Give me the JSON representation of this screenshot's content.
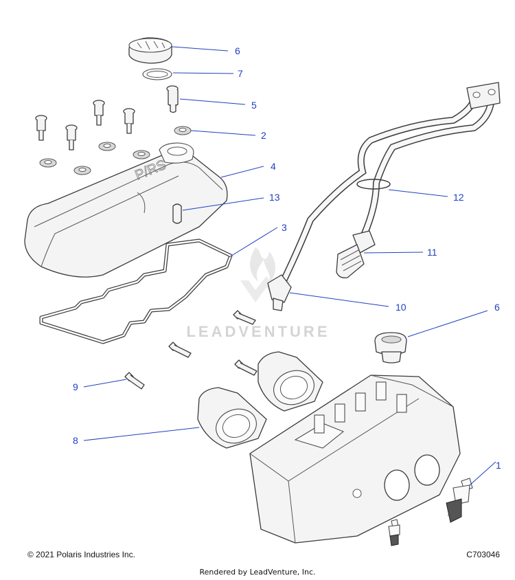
{
  "callouts": {
    "c1": "1",
    "c2": "2",
    "c3": "3",
    "c4": "4",
    "c5": "5",
    "c6a": "6",
    "c6b": "6",
    "c7": "7",
    "c8": "8",
    "c9": "9",
    "c10": "10",
    "c11": "11",
    "c12": "12",
    "c13": "13"
  },
  "watermark": "LEADVENTURE",
  "footer": {
    "copyright": "© 2021 Polaris Industries Inc.",
    "figure_id": "C703046",
    "rendered_by": "Rendered by LeadVenture, Inc."
  },
  "colors": {
    "callout": "#1f3fbf",
    "part_outline": "#3a3a3a",
    "watermark": "#d4d4d4"
  }
}
